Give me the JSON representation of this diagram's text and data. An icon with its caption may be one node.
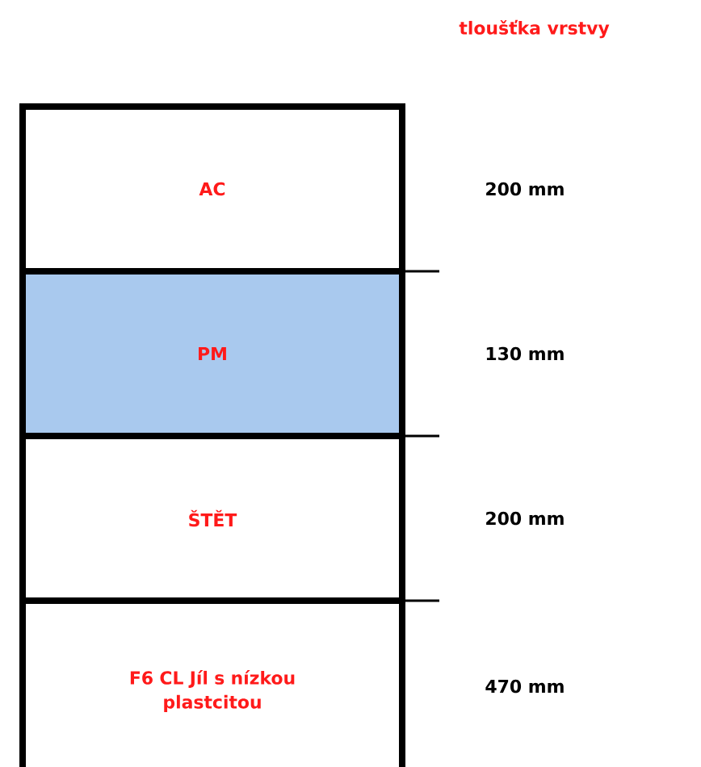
{
  "diagram": {
    "nodes": [
      {
        "text": [
          "AC"
        ]
      },
      {
        "text": [
          "PM"
        ]
      },
      {
        "text": [
          "ŠTĚT"
        ]
      },
      {
        "text": [
          "F6 CL Jíl s nízkou plastcitou"
        ]
      }
    ],
    "labels": [
      "tloušťka vrstvy",
      "200 mm",
      "130 mm",
      "200 mm",
      "470 mm"
    ]
  }
}
